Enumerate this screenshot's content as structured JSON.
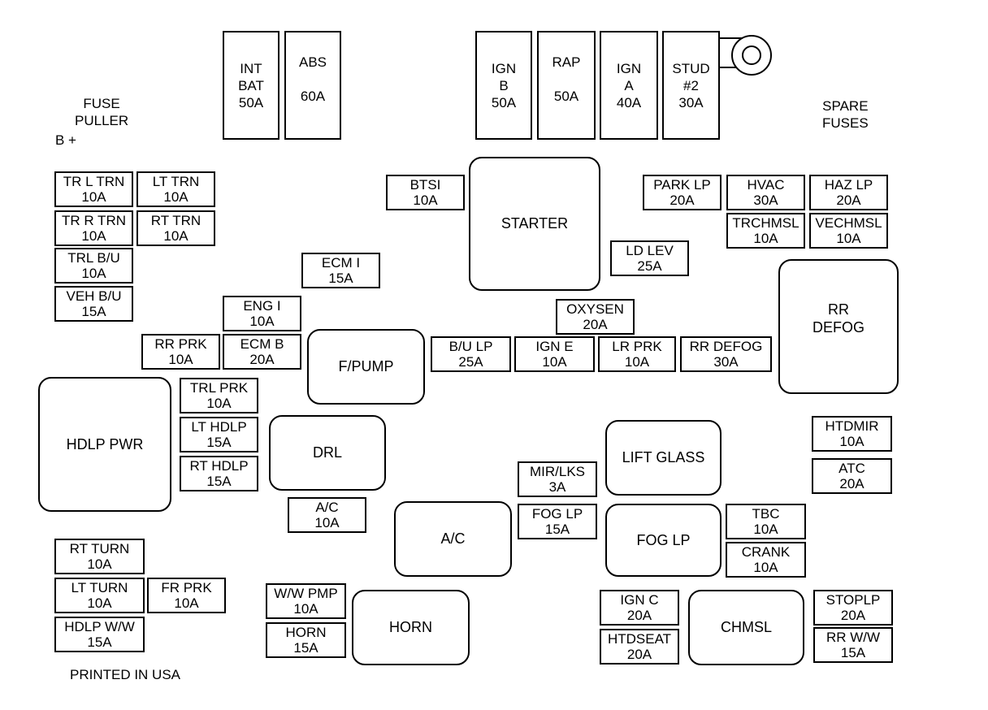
{
  "labels": {
    "fuse_puller": "FUSE\nPULLER",
    "b_plus": "B +",
    "spare_fuses": "SPARE\nFUSES",
    "printed": "PRINTED IN USA"
  },
  "maxi_fuses": [
    {
      "id": "int-bat",
      "lines": [
        "INT",
        "BAT",
        "50A"
      ]
    },
    {
      "id": "abs",
      "lines": [
        "ABS",
        "60A"
      ]
    },
    {
      "id": "ign-b",
      "lines": [
        "IGN",
        "B",
        "50A"
      ]
    },
    {
      "id": "rap",
      "lines": [
        "RAP",
        "50A"
      ]
    },
    {
      "id": "ign-a",
      "lines": [
        "IGN",
        "A",
        "40A"
      ]
    },
    {
      "id": "stud-2",
      "lines": [
        "STUD",
        "#2",
        "30A"
      ]
    }
  ],
  "relays": {
    "starter": "STARTER",
    "f_pump": "F/PUMP",
    "drl": "DRL",
    "hdlp_pwr": "HDLP PWR",
    "ac": "A/C",
    "horn": "HORN",
    "rr_defog": "RR\nDEFOG",
    "lift_glass": "LIFT GLASS",
    "fog_lp": "FOG LP",
    "chmsl": "CHMSL"
  },
  "fuses": {
    "tr_l_trn": [
      "TR L TRN",
      "10A"
    ],
    "lt_trn": [
      "LT TRN",
      "10A"
    ],
    "tr_r_trn": [
      "TR R TRN",
      "10A"
    ],
    "rt_trn": [
      "RT TRN",
      "10A"
    ],
    "trl_bu": [
      "TRL B/U",
      "10A"
    ],
    "veh_bu": [
      "VEH B/U",
      "15A"
    ],
    "btsi": [
      "BTSI",
      "10A"
    ],
    "ecm_i": [
      "ECM I",
      "15A"
    ],
    "eng_i": [
      "ENG I",
      "10A"
    ],
    "rr_prk": [
      "RR PRK",
      "10A"
    ],
    "ecm_b": [
      "ECM B",
      "20A"
    ],
    "trl_prk": [
      "TRL PRK",
      "10A"
    ],
    "lt_hdlp": [
      "LT HDLP",
      "15A"
    ],
    "rt_hdlp": [
      "RT HDLP",
      "15A"
    ],
    "ac_fuse": [
      "A/C",
      "10A"
    ],
    "rt_turn": [
      "RT TURN",
      "10A"
    ],
    "lt_turn": [
      "LT TURN",
      "10A"
    ],
    "fr_prk": [
      "FR PRK",
      "10A"
    ],
    "hdlp_ww": [
      "HDLP W/W",
      "15A"
    ],
    "ww_pmp": [
      "W/W PMP",
      "10A"
    ],
    "horn_fuse": [
      "HORN",
      "15A"
    ],
    "park_lp": [
      "PARK LP",
      "20A"
    ],
    "hvac": [
      "HVAC",
      "30A"
    ],
    "haz_lp": [
      "HAZ LP",
      "20A"
    ],
    "trchmsl": [
      "TRCHMSL",
      "10A"
    ],
    "vechmsl": [
      "VECHMSL",
      "10A"
    ],
    "ld_lev": [
      "LD LEV",
      "25A"
    ],
    "oxysen": [
      "OXYSEN",
      "20A"
    ],
    "bu_lp": [
      "B/U LP",
      "25A"
    ],
    "ign_e": [
      "IGN E",
      "10A"
    ],
    "lr_prk": [
      "LR PRK",
      "10A"
    ],
    "rr_defog_fuse": [
      "RR DEFOG",
      "30A"
    ],
    "mir_lks": [
      "MIR/LKS",
      "3A"
    ],
    "fog_lp_fuse": [
      "FOG LP",
      "15A"
    ],
    "tbc": [
      "TBC",
      "10A"
    ],
    "crank": [
      "CRANK",
      "10A"
    ],
    "htdmir": [
      "HTDMIR",
      "10A"
    ],
    "atc": [
      "ATC",
      "20A"
    ],
    "ign_c": [
      "IGN C",
      "20A"
    ],
    "htdseat": [
      "HTDSEAT",
      "20A"
    ],
    "stoplp": [
      "STOPLP",
      "20A"
    ],
    "rr_ww": [
      "RR W/W",
      "15A"
    ]
  }
}
